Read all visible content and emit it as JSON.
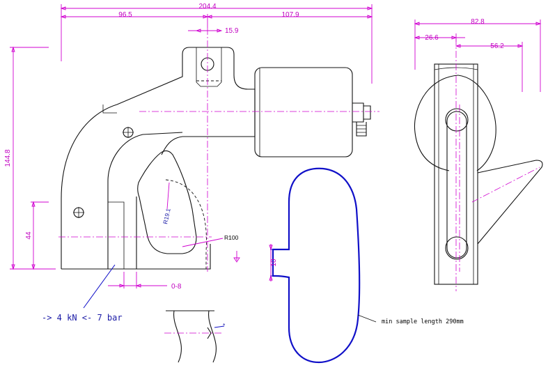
{
  "dimensions": {
    "overall_width": "204.4",
    "left_width": "96.5",
    "right_width": "107.9",
    "slot_width": "15.9",
    "height": "144.8",
    "lower_height": "44",
    "gap": "0-8",
    "radius_large": "R100",
    "radius_small": "R19.1",
    "side_width": "82.8",
    "side_offset": "26.6",
    "side_depth": "56.2",
    "opening": "10"
  },
  "notes": {
    "force": "-> 4 kN <- 7 bar",
    "sample_length": "min sample length 290mm",
    "marker": "*"
  },
  "colors": {
    "dimension": "#d000d0",
    "outline": "#111111",
    "sample": "#1010c8"
  }
}
